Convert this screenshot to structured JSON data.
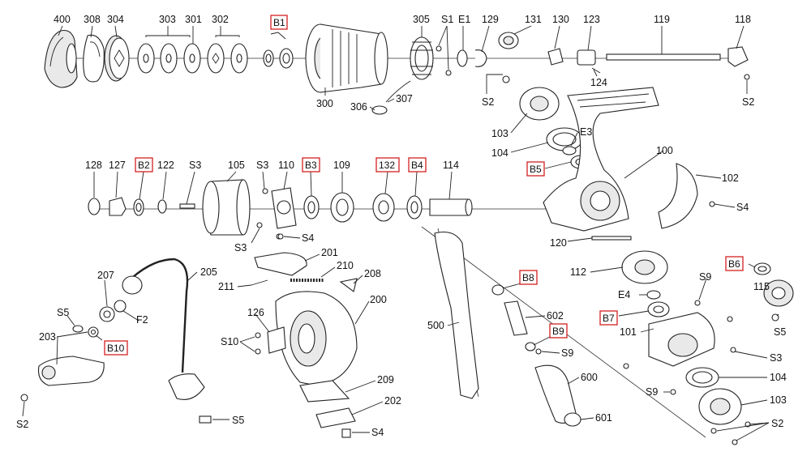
{
  "highlight_color": "#d42020",
  "labels": {
    "p400": "400",
    "p308": "308",
    "p304": "304",
    "p303": "303",
    "p301": "301",
    "p302": "302",
    "b1": "B1",
    "p300": "300",
    "p305": "305",
    "s1": "S1",
    "e1": "E1",
    "p129": "129",
    "p131": "131",
    "p130": "130",
    "p123": "123",
    "p119": "119",
    "p118": "118",
    "p124": "124",
    "s2_top_left": "S2",
    "s2_top_right": "S2",
    "p306": "306",
    "p307": "307",
    "p103_top": "103",
    "e3": "E3",
    "p104_top": "104",
    "b5": "B5",
    "p100": "100",
    "p102": "102",
    "s4_right": "S4",
    "p128": "128",
    "p127": "127",
    "b2": "B2",
    "p122": "122",
    "s3_a": "S3",
    "p105": "105",
    "s3_b": "S3",
    "p110": "110",
    "b3": "B3",
    "p109": "109",
    "p132": "132",
    "b4": "B4",
    "p114": "114",
    "s3_c": "S3",
    "s4_mid": "S4",
    "p120": "120",
    "p205": "205",
    "p207": "207",
    "f2": "F2",
    "s5_left": "S5",
    "p203": "203",
    "b10": "B10",
    "s2_bottom_left": "S2",
    "s5_bottom": "S5",
    "p201": "201",
    "p210": "210",
    "p208": "208",
    "p211": "211",
    "p126": "126",
    "p200": "200",
    "s10": "S10",
    "p209": "209",
    "p202": "202",
    "s4_bottom": "S4",
    "p500": "500",
    "b8": "B8",
    "p602": "602",
    "b9": "B9",
    "s9_mid": "S9",
    "p600": "600",
    "p601": "601",
    "p112": "112",
    "b6": "B6",
    "e4": "E4",
    "s9_right_top": "S9",
    "p115": "115",
    "b7": "B7",
    "s5_right": "S5",
    "p101": "101",
    "s3_right": "S3",
    "p104_bottom": "104",
    "s9_right_bottom": "S9",
    "p103_bottom": "103",
    "s2_bottom_right": "S2"
  }
}
